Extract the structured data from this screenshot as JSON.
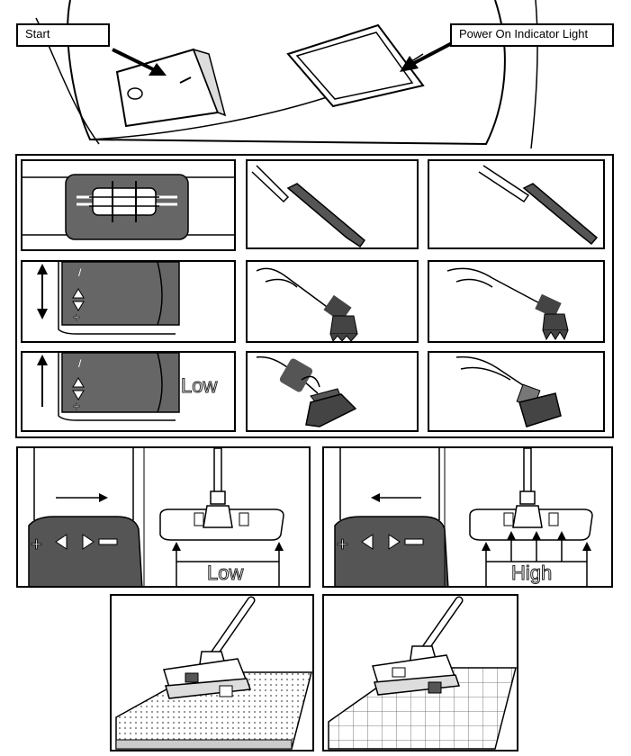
{
  "header": {
    "start_label": "Start",
    "power_label": "Power On Indicator Light"
  },
  "grid": {
    "low_label": "Low"
  },
  "suction": {
    "left_label": "Low",
    "right_label": "High"
  },
  "icons": {
    "switch": "rocker-switch-icon",
    "power_light": "indicator-light-icon",
    "slider_up": "up-triangle-icon",
    "slider_down": "down-triangle-icon",
    "plus": "plus-icon",
    "minus": "minus-icon"
  }
}
